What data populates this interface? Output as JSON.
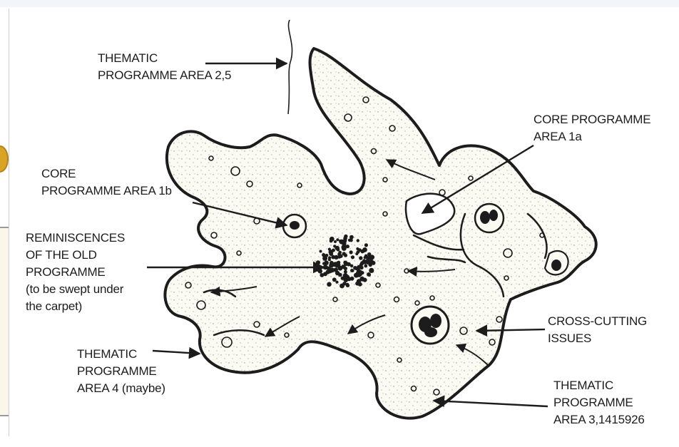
{
  "labels": {
    "thematic_2_5": [
      "THEMATIC",
      "PROGRAMME AREA 2,5"
    ],
    "core_1a": [
      "CORE PROGRAMME",
      "AREA 1a"
    ],
    "core_1b": [
      "CORE",
      "PROGRAMME AREA 1b"
    ],
    "reminiscences": [
      "REMINISCENCES",
      "OF THE OLD",
      "PROGRAMME",
      "(to be swept under",
      "the carpet)"
    ],
    "cross_cutting": [
      "CROSS-CUTTING",
      "ISSUES"
    ],
    "thematic_4": [
      "THEMATIC",
      "PROGRAMME",
      "AREA 4 (maybe)"
    ],
    "thematic_3": [
      "THEMATIC",
      "PROGRAMME",
      "AREA 3,1415926"
    ]
  },
  "colors": {
    "ink": "#1c1c1c",
    "body_fill": "#fbfaf3",
    "speckle": "#3a3a3a"
  }
}
